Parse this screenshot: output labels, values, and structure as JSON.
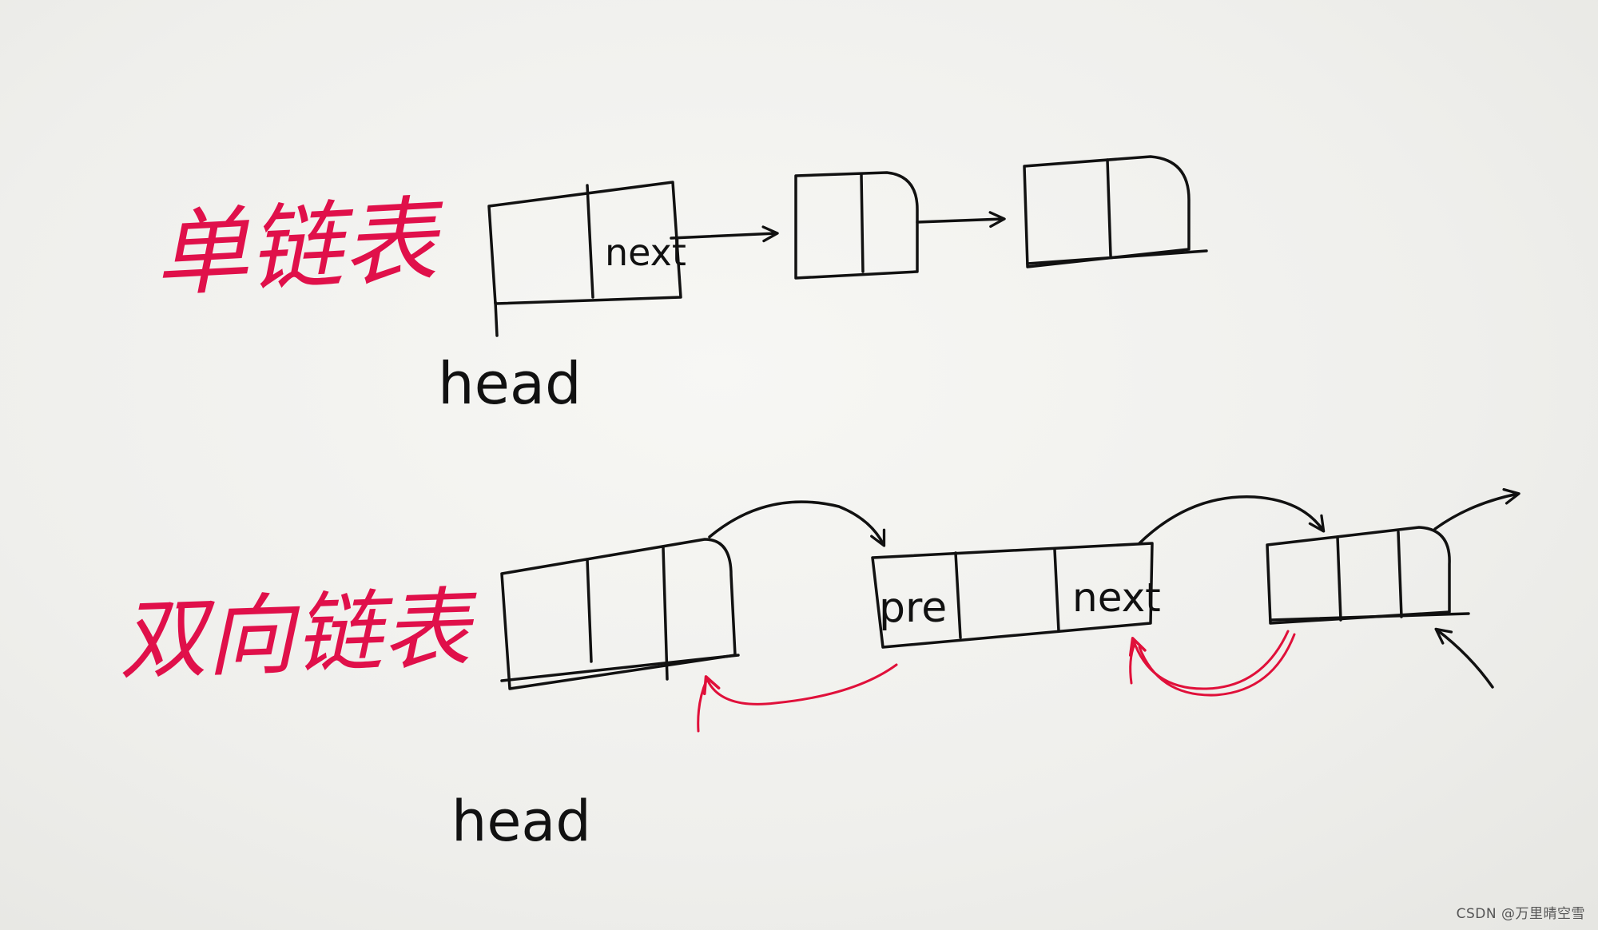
{
  "singly": {
    "title": "单链表",
    "head_label": "head",
    "field_label": "next"
  },
  "doubly": {
    "title": "双向链表",
    "head_label": "head",
    "pre_label": "pre",
    "next_label": "next"
  },
  "watermark": "CSDN @万里晴空雪",
  "colors": {
    "ink": "#111111",
    "red_ink": "#e0103a",
    "paper": "#f1f1ee"
  }
}
